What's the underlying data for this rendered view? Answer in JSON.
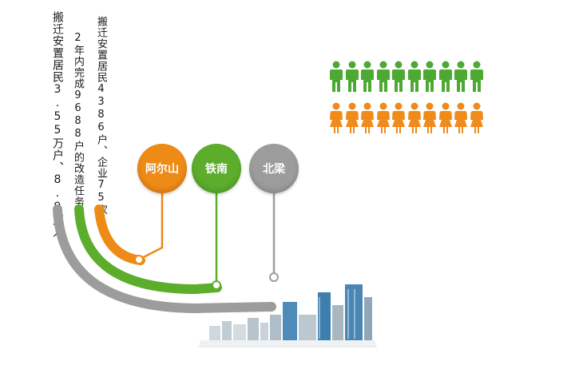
{
  "texts": {
    "col1": "搬迁安置居民3.55万户、8.9万人",
    "col2": "2年内完成9688户的改造任务",
    "col3": "搬迁安置居民4386户、企业75家"
  },
  "badges": [
    {
      "key": "aershan",
      "label": "阿尔山",
      "color": "#ee8a16"
    },
    {
      "key": "tienan",
      "label": "铁南",
      "color": "#5cad2c"
    },
    {
      "key": "beiliang",
      "label": "北梁",
      "color": "#9c9c9c"
    }
  ],
  "people": {
    "row1": {
      "count": 10,
      "color": "#4caa32",
      "type": "male"
    },
    "row2": {
      "count": 10,
      "color": "#f08a1a",
      "type": "female"
    }
  },
  "colors": {
    "gray": "#9c9c9c",
    "green": "#5cad2c",
    "orange": "#ee8a16",
    "building_blue": "#3f7fae",
    "building_gray": "#b8c4cc"
  }
}
